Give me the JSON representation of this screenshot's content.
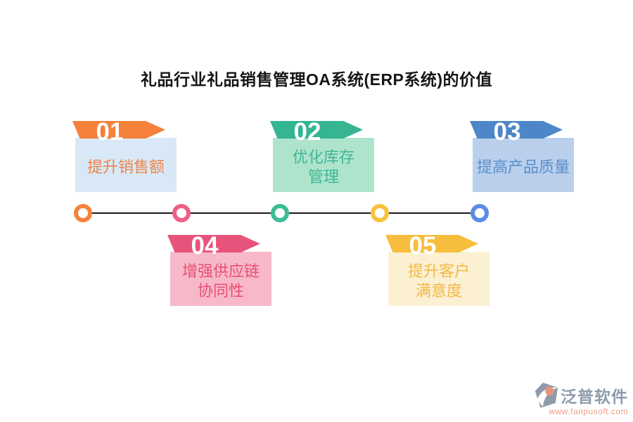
{
  "title": "礼品行业礼品销售管理OA系统(ERP系统)的价值",
  "items": [
    {
      "number": "01",
      "label": "提升销售额",
      "lines": [
        "提升销售额"
      ],
      "accent_color": "#F5813B",
      "box_color": "#D9E8F7",
      "text_color": "#EF8449"
    },
    {
      "number": "02",
      "label": "优化库存管理",
      "lines": [
        "优化库存",
        "管理"
      ],
      "accent_color": "#35B592",
      "box_color": "#AEE3CC",
      "text_color": "#3CB894"
    },
    {
      "number": "03",
      "label": "提高产品质量",
      "lines": [
        "提高产品质量"
      ],
      "accent_color": "#4D87CA",
      "box_color": "#B9CFEC",
      "text_color": "#5C8FCB"
    },
    {
      "number": "04",
      "label": "增强供应链协同性",
      "lines": [
        "增强供应链",
        "协同性"
      ],
      "accent_color": "#E8537B",
      "box_color": "#F7B9C9",
      "text_color": "#E84F74"
    },
    {
      "number": "05",
      "label": "提升客户满意度",
      "lines": [
        "提升客户",
        "满意度"
      ],
      "accent_color": "#F7BE3D",
      "box_color": "#FCF0D3",
      "text_color": "#F2B944"
    }
  ],
  "timeline": {
    "line_color": "#1B1B1B",
    "nodes": [
      {
        "for_item": "01",
        "color": "#F5823B"
      },
      {
        "for_item": "04",
        "color": "#EE5F85"
      },
      {
        "for_item": "02",
        "color": "#3CBD96"
      },
      {
        "for_item": "05",
        "color": "#F8C23C"
      },
      {
        "for_item": "03",
        "color": "#5C8CE2"
      }
    ]
  },
  "logo": {
    "name": "泛普软件",
    "url": "www.fanpusoft.com",
    "name_color": "#8D9BAB",
    "url_color": "#EE9E86",
    "icon_base_color": "#8D9BAB",
    "icon_accent_color": "#E8937B"
  }
}
